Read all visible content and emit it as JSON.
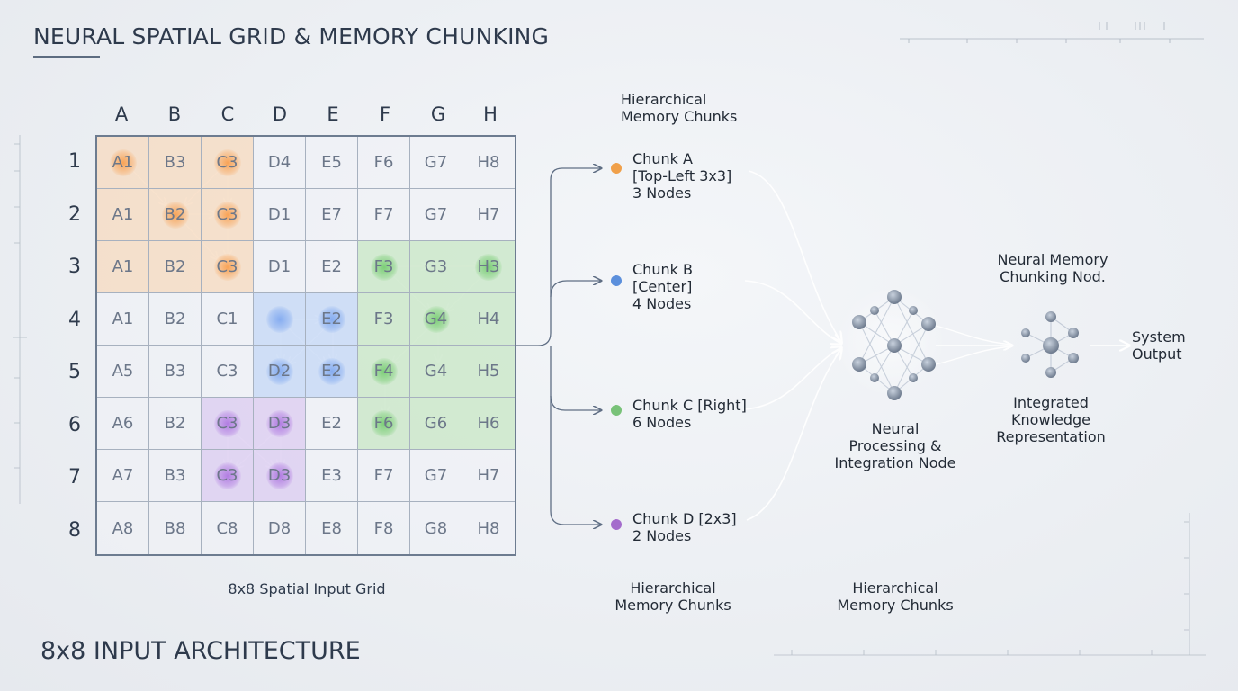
{
  "title": "NEURAL SPATIAL GRID & MEMORY CHUNKING",
  "footer_title": "8x8 INPUT ARCHITECTURE",
  "grid": {
    "caption": "8x8 Spatial Input Grid",
    "columns": [
      "A",
      "B",
      "C",
      "D",
      "E",
      "F",
      "G",
      "H"
    ],
    "rows": [
      "1",
      "2",
      "3",
      "4",
      "5",
      "6",
      "7",
      "8"
    ],
    "cells": [
      [
        "A1",
        "B3",
        "C3",
        "D4",
        "E5",
        "F6",
        "G7",
        "H8"
      ],
      [
        "A1",
        "B2",
        "C3",
        "D1",
        "E7",
        "F7",
        "G7",
        "H7"
      ],
      [
        "A1",
        "B2",
        "C3",
        "D1",
        "E2",
        "F3",
        "G3",
        "H3"
      ],
      [
        "A1",
        "B2",
        "C1",
        "",
        "E2",
        "F3",
        "G4",
        "H4"
      ],
      [
        "A5",
        "B3",
        "C3",
        "D2",
        "E2",
        "F4",
        "G4",
        "H5"
      ],
      [
        "A6",
        "B2",
        "C3",
        "D3",
        "E2",
        "F6",
        "G6",
        "H6"
      ],
      [
        "A7",
        "B3",
        "C3",
        "D3",
        "E3",
        "F7",
        "G7",
        "H7"
      ],
      [
        "A8",
        "B8",
        "C8",
        "D8",
        "E8",
        "F8",
        "G8",
        "H8"
      ]
    ]
  },
  "chunks_heading": "Hierarchical\nMemory Chunks",
  "chunks": [
    {
      "name": "Chunk A",
      "line2": "[Top-Left 3x3]",
      "line3": "3 Nodes",
      "color": "#f0a04a"
    },
    {
      "name": "Chunk B",
      "line2": "[Center]",
      "line3": "4 Nodes",
      "color": "#5b8fdc"
    },
    {
      "name": "Chunk C [Right]",
      "line2": "6 Nodes",
      "line3": "",
      "color": "#78c278"
    },
    {
      "name": "Chunk D [2x3]",
      "line2": "2 Nodes",
      "line3": "",
      "color": "#a46ccc"
    }
  ],
  "neural_node_label": "Neural\nProcessing &\nIntegration Node",
  "memory_node_label": "Neural Memory\nChunking Nod.",
  "knowledge_label": "Integrated\nKnowledge\nRepresentation",
  "output_label": "System\nOutput",
  "bottom_labels": [
    "Hierarchical\nMemory Chunks",
    "Hierarchical\nMemory Chunks"
  ],
  "colors": {
    "orange": "#f0a04a",
    "blue": "#5b8fdc",
    "green": "#78c278",
    "purple": "#a46ccc",
    "grid_border": "#6d7c90",
    "connector": "#5f6e84"
  }
}
